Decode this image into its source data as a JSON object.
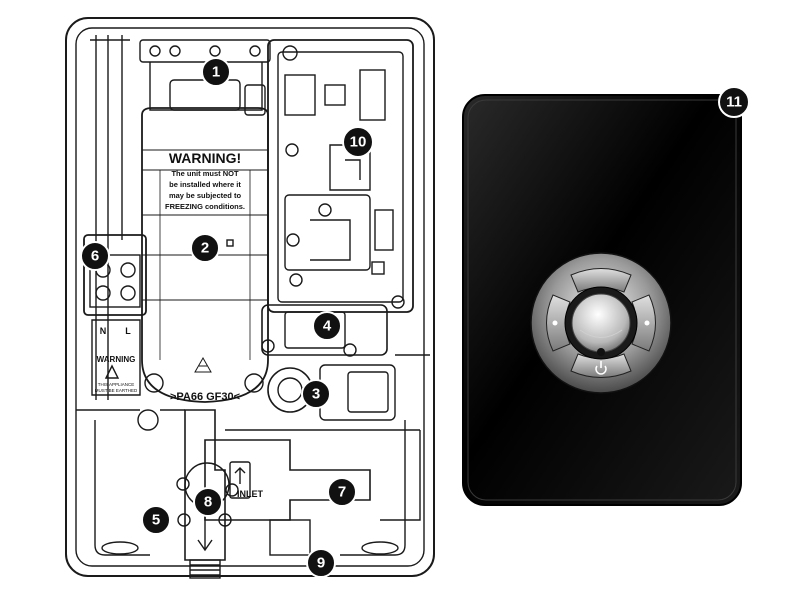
{
  "callouts": {
    "c1": "1",
    "c2": "2",
    "c3": "3",
    "c4": "4",
    "c5": "5",
    "c6": "6",
    "c7": "7",
    "c8": "8",
    "c9": "9",
    "c10": "10",
    "c11": "11"
  },
  "tank_labels": {
    "warning_title": "WARNING!",
    "warning_line1": "The unit must NOT",
    "warning_line2": "be installed where it",
    "warning_line3": "may be subjected to",
    "warning_line4": "FREEZING conditions.",
    "material": ">PA66 GF30<"
  },
  "terminal_labels": {
    "neutral": "N",
    "live": "L",
    "warning": "WARNING",
    "fine_print_1": "THIS APPLIANCE",
    "fine_print_2": "MUST BE EARTHED"
  },
  "inlet_label": "INLET",
  "colors": {
    "outline": "#1a1a1a",
    "panel_dark": "#050505",
    "callout_fill": "#111111"
  }
}
